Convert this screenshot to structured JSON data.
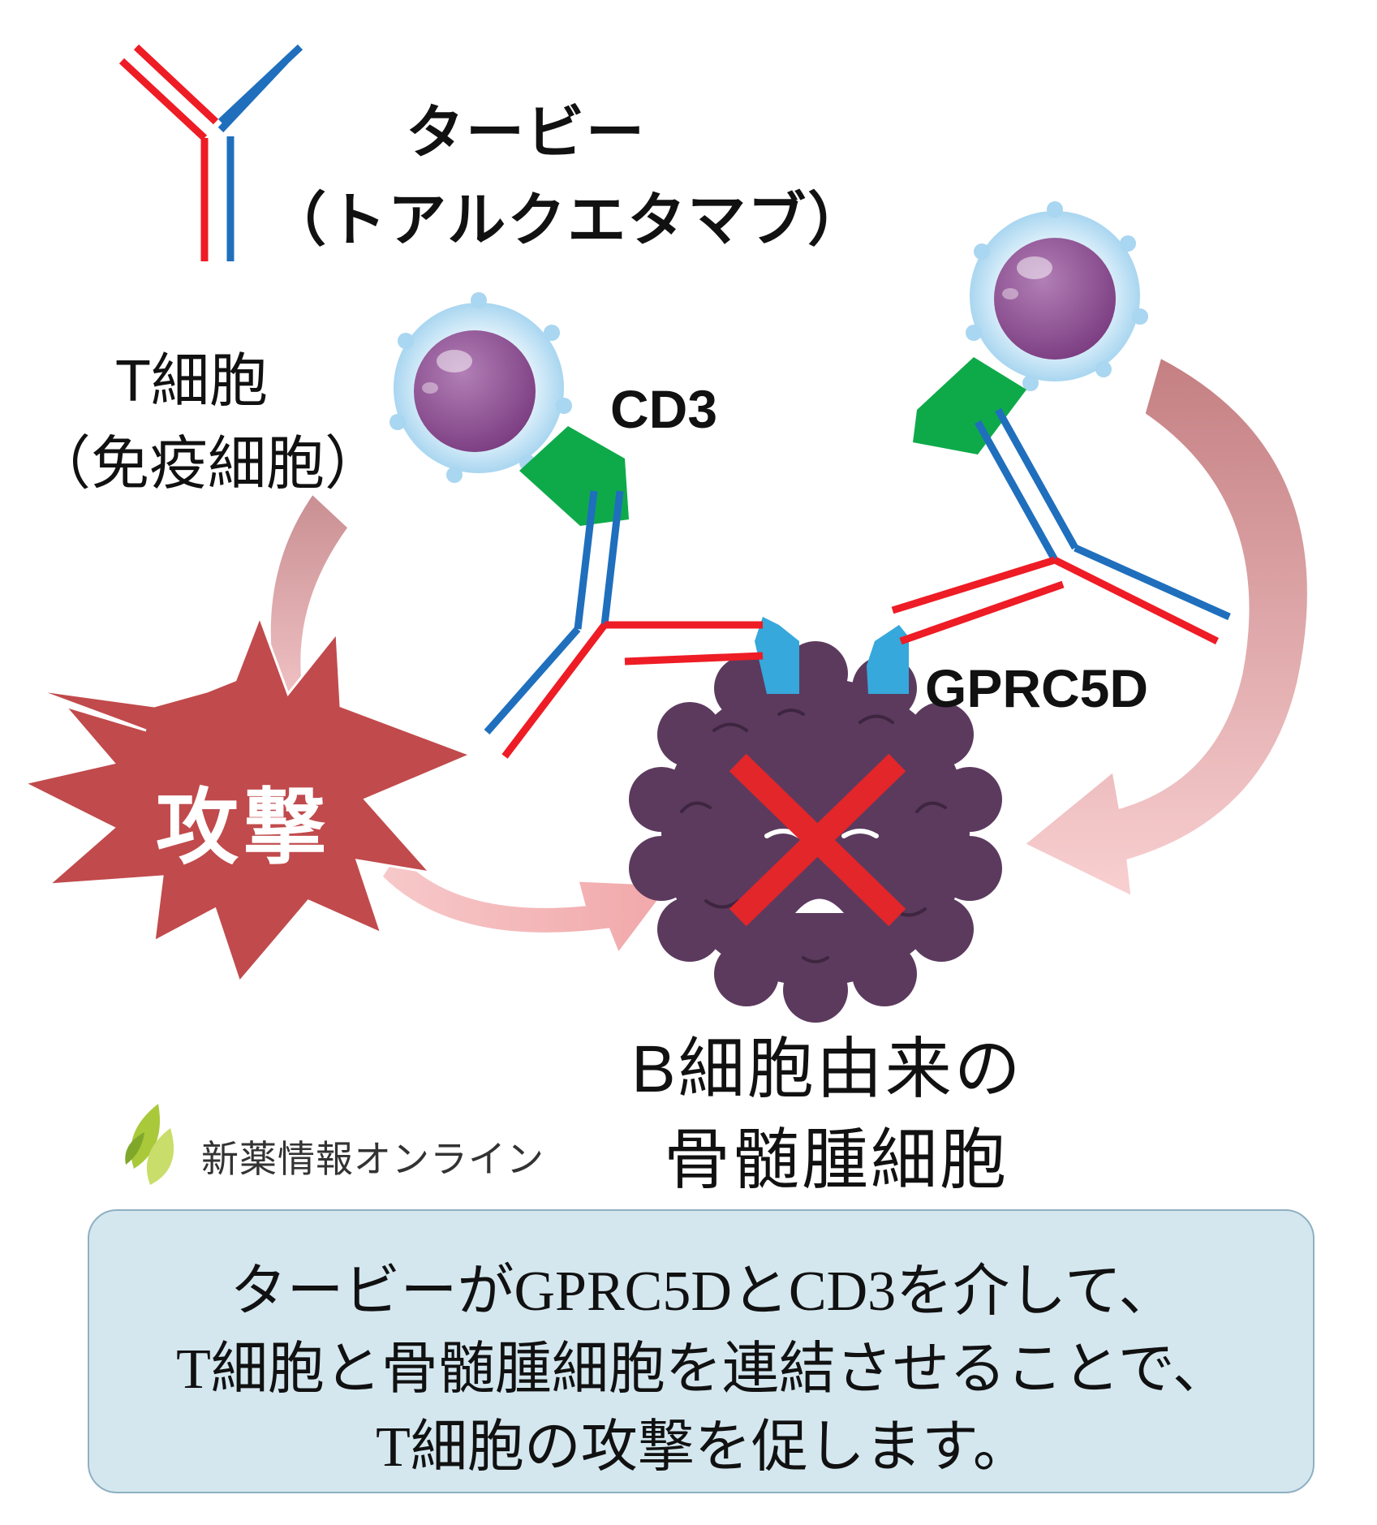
{
  "title": {
    "drug_name": "タービー",
    "drug_generic": "（トアルクエタマブ）"
  },
  "labels": {
    "t_cell_line1": "T細胞",
    "t_cell_line2": "（免疫細胞）",
    "cd3": "CD3",
    "gprc5d": "GPRC5D",
    "attack": "攻撃",
    "b_cell_line1": "B細胞由来の",
    "b_cell_line2": "骨髄腫細胞"
  },
  "logo": {
    "text": "新薬情報オンライン",
    "icon": "leaf-logo-icon"
  },
  "caption": {
    "line1": "タービーがGPRC5DとCD3を介して、",
    "line2": "T細胞と骨髄腫細胞を連結させることで、",
    "line3": "T細胞の攻撃を促します。"
  },
  "colors": {
    "antibody_red": "#ee1c25",
    "antibody_blue": "#1f6fbd",
    "cd3_green": "#0eaa4a",
    "receptor_blue": "#36a8dc",
    "cell_purple": "#8a4a8e",
    "myeloma_purple": "#5c3a5e",
    "attack_red": "#c14a4c",
    "arrow_pink": "#e9a5a7",
    "cross_red": "#e2262a",
    "caption_bg": "#d4e7ef"
  }
}
